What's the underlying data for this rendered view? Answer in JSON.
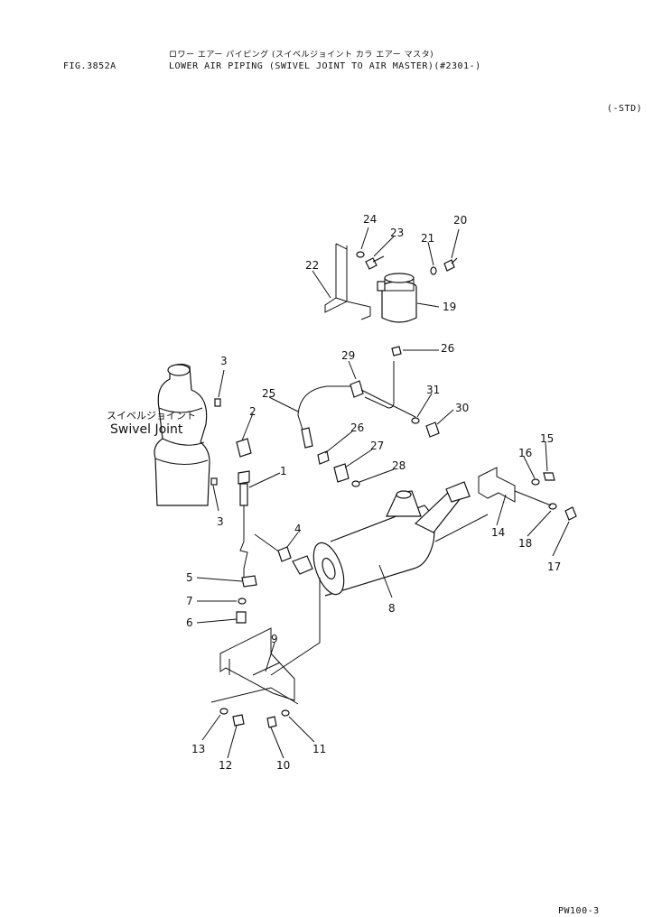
{
  "header": {
    "fig_number": "FIG.3852A",
    "title_jp": "ロワー エアー パイピング (スイベルジョイント カラ エアー マスタ)",
    "title_en": "LOWER AIR PIPING (SWIVEL JOINT TO AIR MASTER)(#2301-)",
    "variant": "(-STD)"
  },
  "labels": {
    "swivel_jp": "スイベルジョイント",
    "swivel_en": "Swivel Joint"
  },
  "parts": {
    "p1": "1",
    "p2": "2",
    "p3a": "3",
    "p3b": "3",
    "p4": "4",
    "p5": "5",
    "p6": "6",
    "p7": "7",
    "p8": "8",
    "p9": "9",
    "p10": "10",
    "p11": "11",
    "p12": "12",
    "p13": "13",
    "p14": "14",
    "p15": "15",
    "p16": "16",
    "p17": "17",
    "p18": "18",
    "p19": "19",
    "p20": "20",
    "p21": "21",
    "p22": "22",
    "p23": "23",
    "p24": "24",
    "p25": "25",
    "p26a": "26",
    "p26b": "26",
    "p27": "27",
    "p28": "28",
    "p29": "29",
    "p30": "30",
    "p31": "31"
  },
  "footer": {
    "page_code": "PW100-3"
  }
}
